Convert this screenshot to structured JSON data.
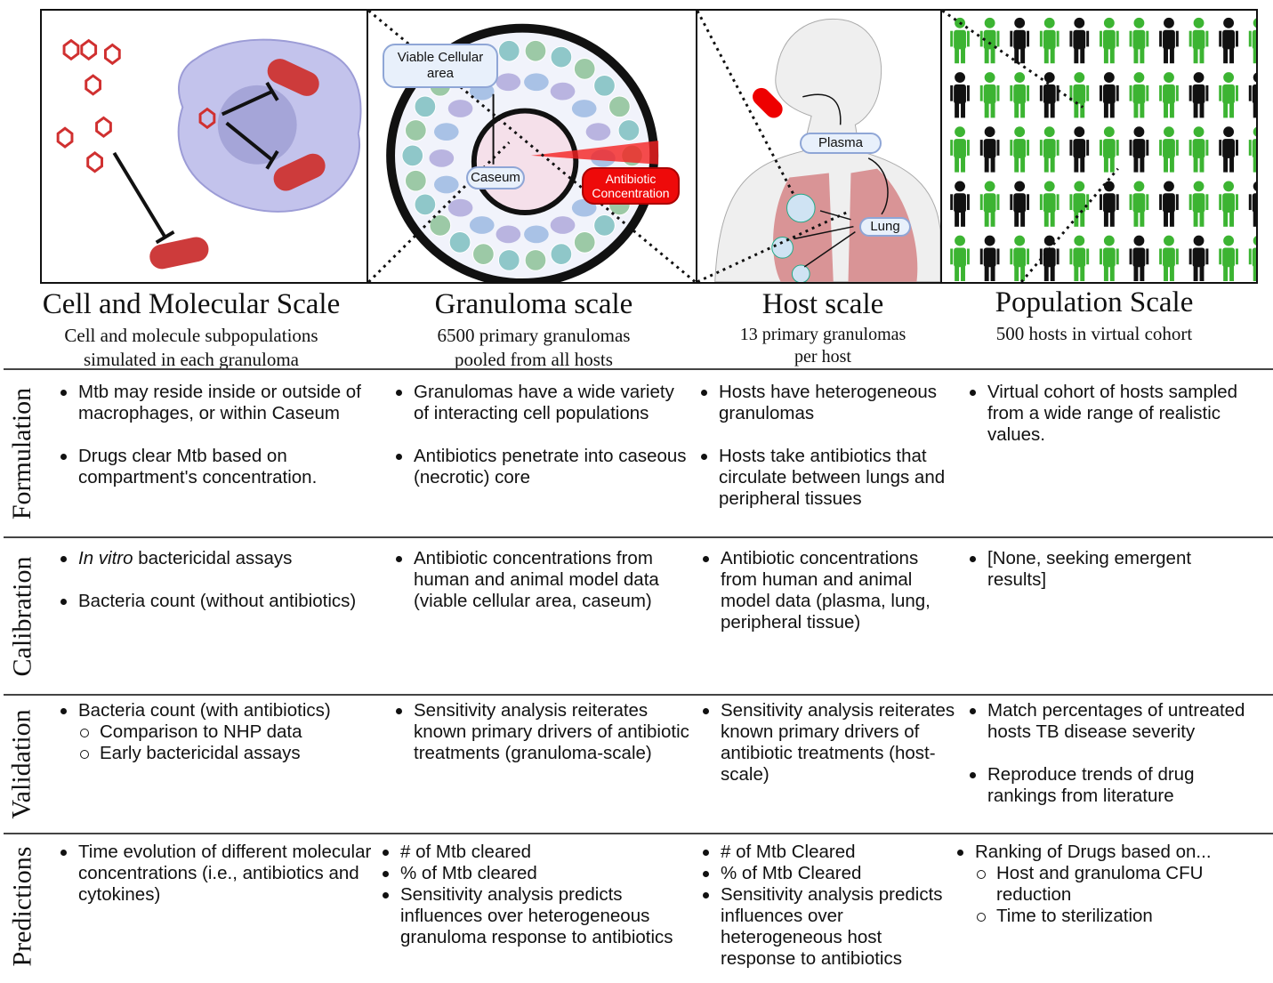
{
  "panels": {
    "granuloma": {
      "viable_label": "Viable Cellular area",
      "caseum_label": "Caseum",
      "antibiotic_label": "Antibiotic Concentration"
    },
    "host": {
      "plasma_label": "Plasma",
      "lung_label": "Lung"
    }
  },
  "scales": [
    {
      "title": "Cell and Molecular Scale",
      "subtitle": "Cell and molecule subpopulations simulated in each granuloma"
    },
    {
      "title": "Granuloma scale",
      "subtitle": "6500 primary granulomas pooled from all hosts"
    },
    {
      "title": "Host scale",
      "subtitle": "13 primary granulomas per host"
    },
    {
      "title": "Population Scale",
      "subtitle": "500 hosts in virtual cohort"
    }
  ],
  "rows": [
    {
      "label": "Formulation",
      "cells": [
        [
          {
            "text": "Mtb may reside inside or outside of  macrophages,  or within Caseum"
          },
          {
            "text": "Drugs clear Mtb based on compartment's concentration.",
            "gap": true
          }
        ],
        [
          {
            "text": "Granulomas have a wide variety of interacting cell populations"
          },
          {
            "text": "Antibiotics penetrate into caseous (necrotic) core",
            "gap": true
          }
        ],
        [
          {
            "text": "Hosts have heterogeneous granulomas"
          },
          {
            "text": "Hosts take antibiotics that circulate between lungs and peripheral tissues",
            "gap": true
          }
        ],
        [
          {
            "text": "Virtual cohort of hosts sampled from a wide range of realistic values."
          }
        ]
      ]
    },
    {
      "label": "Calibration",
      "cells": [
        [
          {
            "em": "In vitro",
            "text": " bactericidal assays"
          },
          {
            "text": "Bacteria count (without antibiotics)",
            "gap": true
          }
        ],
        [
          {
            "text": "Antibiotic concentrations from human and animal model data (viable cellular area, caseum)"
          }
        ],
        [
          {
            "text": "Antibiotic concentrations from human and animal model data  (plasma, lung, peripheral tissue)"
          }
        ],
        [
          {
            "text": "[None, seeking emergent results]"
          }
        ]
      ]
    },
    {
      "label": "Validation",
      "cells": [
        [
          {
            "text": "Bacteria count (with antibiotics)",
            "sub": [
              "Comparison to NHP data",
              "Early bactericidal assays"
            ]
          }
        ],
        [
          {
            "text": "Sensitivity analysis reiterates known primary drivers of antibiotic treatments (granuloma-scale)"
          }
        ],
        [
          {
            "text": "Sensitivity analysis reiterates known primary drivers of antibiotic treatments (host-scale)"
          }
        ],
        [
          {
            "text": "Match percentages of untreated hosts TB disease severity"
          },
          {
            "text": "Reproduce trends of drug rankings from literature",
            "gap": true
          }
        ]
      ]
    },
    {
      "label": "Predictions",
      "cells": [
        [
          {
            "text": "Time evolution of different molecular concentrations (i.e., antibiotics and cytokines)"
          }
        ],
        [
          {
            "text": "# of Mtb cleared"
          },
          {
            "text": "% of Mtb cleared"
          },
          {
            "text": "Sensitivity analysis predicts influences over heterogeneous granuloma response to antibiotics"
          }
        ],
        [
          {
            "text": "# of Mtb Cleared"
          },
          {
            "text": "% of Mtb Cleared"
          },
          {
            "text": "Sensitivity analysis predicts influences over heterogeneous host response to antibiotics"
          }
        ],
        [
          {
            "text": "Ranking of Drugs based on...",
            "sub": [
              "Host and granuloma CFU reduction",
              "Time to sterilization"
            ]
          }
        ]
      ]
    }
  ]
}
